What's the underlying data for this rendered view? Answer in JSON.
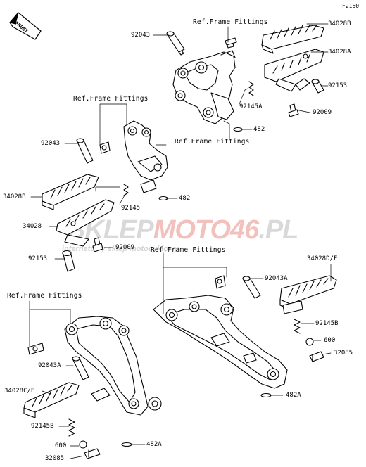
{
  "figure_code": "F2160",
  "front_label": "FRONT",
  "watermark": {
    "brand_part1": "SKLEP",
    "brand_part2": "MOTO46",
    "brand_suffix": ".PL",
    "tagline": "internetowy sklep motocyklowy",
    "colors": {
      "grey": "#d9d9d9",
      "red": "#f3c1bd"
    }
  },
  "ref_labels": [
    "Ref.Frame Fittings",
    "Ref.Frame Fittings",
    "Ref.Frame Fittings",
    "Ref.Frame Fittings",
    "Ref.Frame Fittings"
  ],
  "part_labels": {
    "p92043_top": "92043",
    "p34028B_right": "34028B",
    "p34028A": "34028A",
    "p92153_right": "92153",
    "p92145A": "92145A",
    "p92009_right": "92009",
    "p482_top": "482",
    "p92043_left": "92043",
    "p34028B_left": "34028B",
    "p92145_left": "92145",
    "p482_left": "482",
    "p34028": "34028",
    "p92009_left": "92009",
    "p92153_left": "92153",
    "p34028DF": "34028D/F",
    "p92043A_right": "92043A",
    "p92145B_right": "92145B",
    "p600_right": "600",
    "p32085_right": "32085",
    "p482A_right": "482A",
    "p92043A_left": "92043A",
    "p34028CE": "34028C/E",
    "p92145B_left": "92145B",
    "p600_left": "600",
    "p482A_left": "482A",
    "p32085_left": "32085"
  }
}
